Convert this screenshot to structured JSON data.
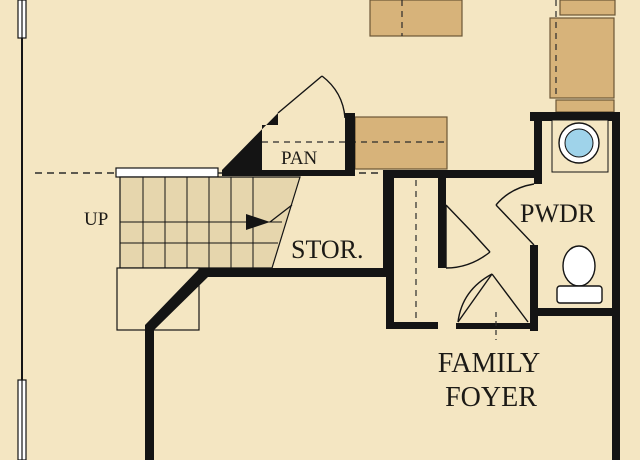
{
  "floorplan": {
    "colors": {
      "floor": "#f4e6c2",
      "wall": "#141414",
      "furniture": "#d7b37a",
      "stair": "#e6d6ad",
      "fixture": "#ffffff",
      "basin": "#9fd3ea",
      "dashed": "#2b2b2b"
    },
    "labels": {
      "pan": "PAN",
      "up": "UP",
      "stor": "STOR.",
      "pwdr": "PWDR",
      "family_line1": "FAMILY",
      "family_line2": "FOYER"
    }
  }
}
